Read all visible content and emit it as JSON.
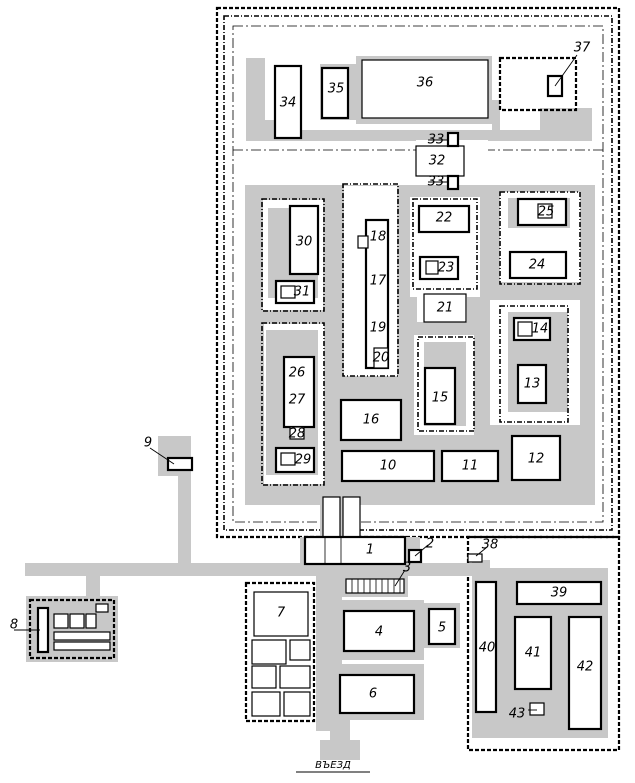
{
  "plan": {
    "entry_label": "ВЪЕЗД",
    "labels": {
      "b1": "1",
      "b2": "2",
      "b3": "3",
      "b4": "4",
      "b5": "5",
      "b6": "6",
      "b7": "7",
      "b8": "8",
      "b9": "9",
      "b10": "10",
      "b11": "11",
      "b12": "12",
      "b13": "13",
      "b14": "14",
      "b15": "15",
      "b16": "16",
      "b17": "17",
      "b18": "18",
      "b19": "19",
      "b20": "20",
      "b21": "21",
      "b22": "22",
      "b23": "23",
      "b24": "24",
      "b25": "25",
      "b26": "26",
      "b27": "27",
      "b28": "28",
      "b29": "29",
      "b30": "30",
      "b31": "31",
      "b32": "32",
      "b33a": "33",
      "b33b": "33",
      "b34": "34",
      "b35": "35",
      "b36": "36",
      "b37": "37",
      "b38": "38",
      "b39": "39",
      "b40": "40",
      "b41": "41",
      "b42": "42",
      "b43": "43"
    }
  }
}
